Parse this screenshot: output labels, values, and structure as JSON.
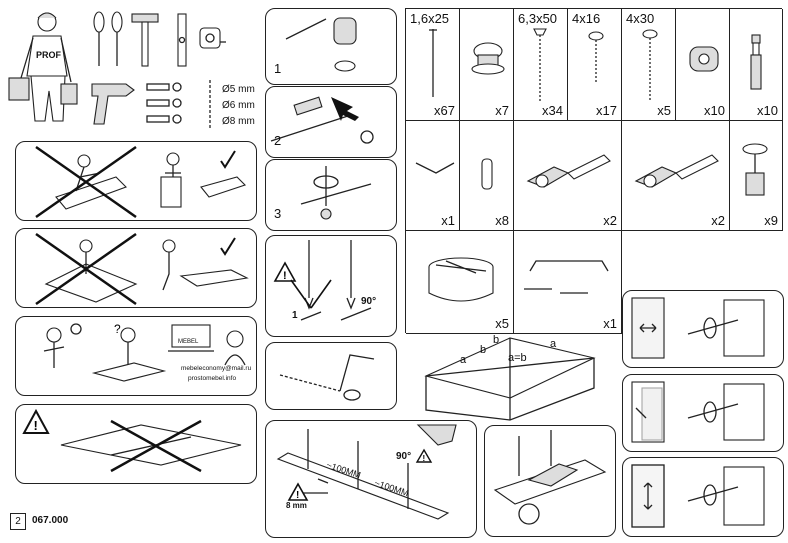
{
  "tools": {
    "drill_sizes": [
      "Ø5 mm",
      "Ø6 mm",
      "Ø8 mm"
    ],
    "worker_shirt": "PROF"
  },
  "steps": {
    "s1": "1",
    "s2": "2",
    "s3": "3",
    "angle_label": "90°",
    "angle_count": "1"
  },
  "contact": {
    "email": "mebeleconomy@mail.ru",
    "site": "prostomebel.info",
    "laptop_brand": "MEBEL"
  },
  "diagonal": {
    "a1": "a",
    "a2": "a",
    "b1": "b",
    "b2": "b",
    "eq": "a=b"
  },
  "nailing": {
    "spacing1": "~100MM",
    "spacing2": "~100MM",
    "depth": "8 mm",
    "angle": "90°"
  },
  "parts_header": [
    "1,6x25",
    "",
    "6,3x50",
    "4x16",
    "4x30",
    "",
    ""
  ],
  "parts_row1": [
    "x67",
    "x7",
    "x34",
    "x17",
    "x5",
    "x10",
    "x10"
  ],
  "parts_row2": [
    "x1",
    "x8",
    "x2",
    "x2",
    "x9"
  ],
  "parts_row3": [
    "x5",
    "x1"
  ],
  "footer": {
    "page": "2",
    "code": "067.000"
  }
}
